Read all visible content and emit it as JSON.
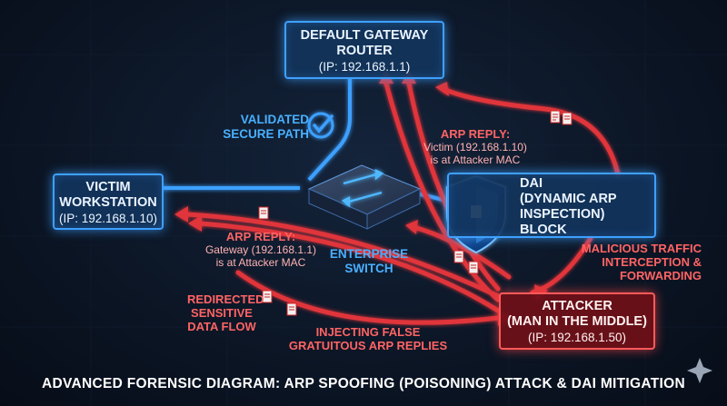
{
  "nodes": {
    "router": {
      "title_line1": "DEFAULT GATEWAY",
      "title_line2": "ROUTER",
      "ip": "(IP: 192.168.1.1)"
    },
    "victim": {
      "title_line1": "VICTIM",
      "title_line2": "WORKSTATION",
      "ip": "(IP: 192.168.1.10)"
    },
    "dai": {
      "line1": "DAI",
      "line2": "(DYNAMIC ARP",
      "line3": "INSPECTION)",
      "line4": "BLOCK"
    },
    "attacker": {
      "title_line1": "ATTACKER",
      "title_line2": "(MAN IN THE MIDDLE)",
      "ip": "(IP: 192.168.1.50)"
    },
    "switch": {
      "label_line1": "ENTERPRISE",
      "label_line2": "SWITCH"
    }
  },
  "labels": {
    "validated_path": {
      "line1": "VALIDATED",
      "line2": "SECURE PATH"
    },
    "arp_reply_top": {
      "title": "ARP REPLY:",
      "line1": "Victim (192.168.1.10)",
      "line2": "is at Attacker MAC"
    },
    "arp_reply_left": {
      "title": "ARP REPLY:",
      "line1": "Gateway (192.168.1.1)",
      "line2": "is at Attacker MAC"
    },
    "malicious_traffic": {
      "line1": "MALICIOUS TRAFFIC",
      "line2": "INTERCEPTION &",
      "line3": "FORWARDING"
    },
    "redirected_flow": {
      "line1": "REDIRECTED",
      "line2": "SENSITIVE",
      "line3": "DATA FLOW"
    },
    "injecting": {
      "line1": "INJECTING FALSE",
      "line2": "GRATUITOUS ARP REPLIES"
    }
  },
  "footer": {
    "title": "ADVANCED FORENSIC DIAGRAM: ARP SPOOFING (POISONING) ATTACK & DAI MITIGATION"
  },
  "colors": {
    "secure": "#3ea0ff",
    "attack": "#e8383d",
    "background": "#0c1626"
  },
  "icons": [
    "checkmark-circle-icon",
    "document-icon",
    "shield-icon",
    "switch-arrows-icon",
    "sparkle-icon"
  ]
}
